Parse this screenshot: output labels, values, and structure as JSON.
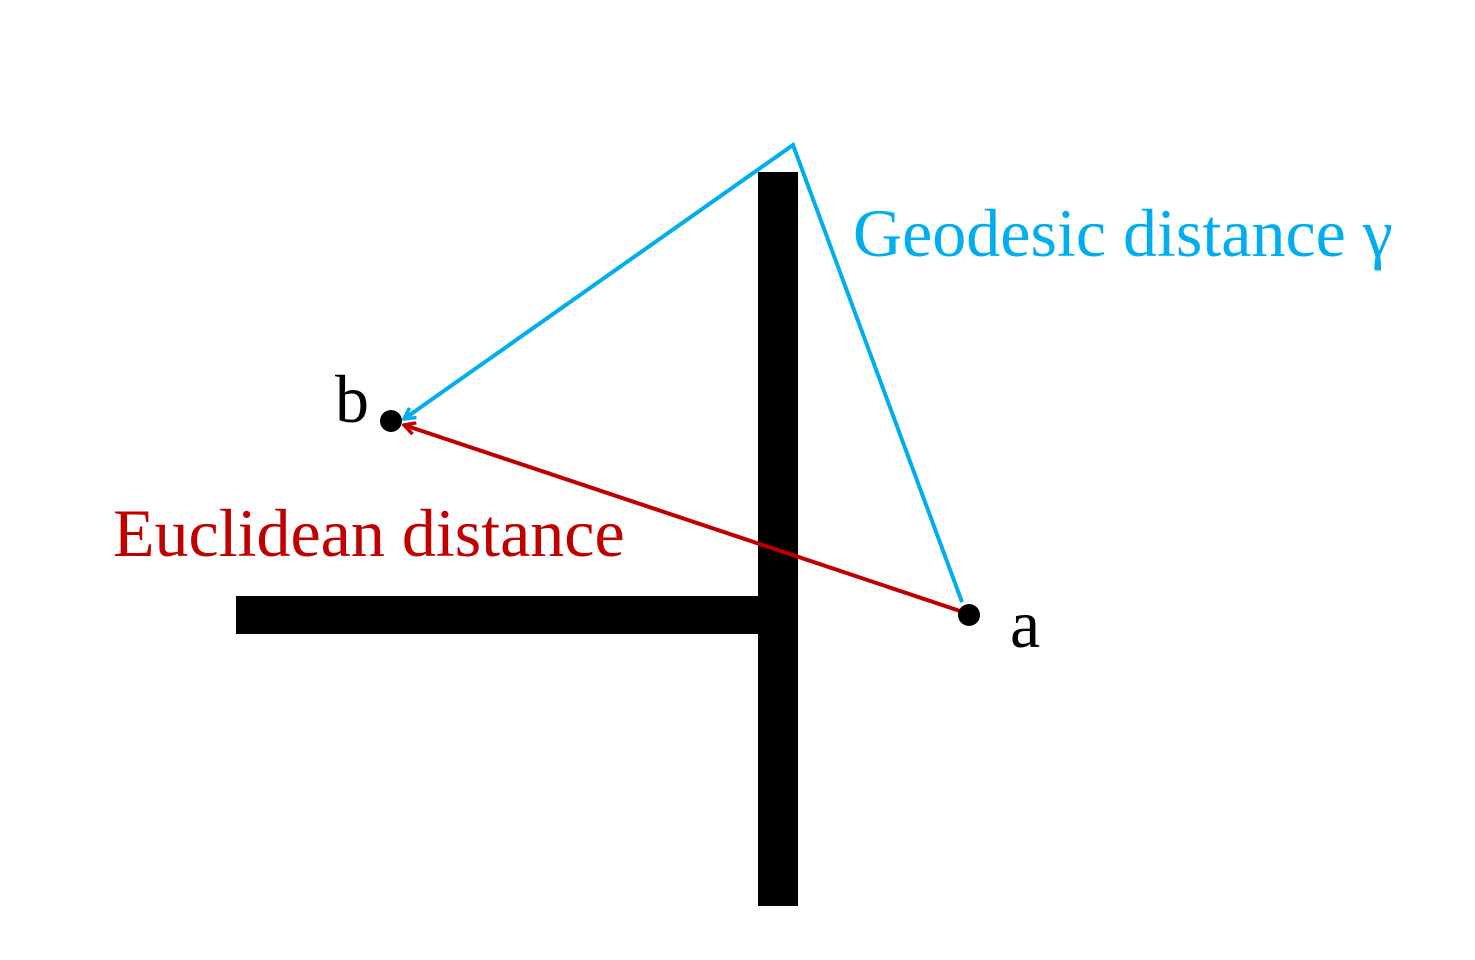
{
  "labels": {
    "point_a": "a",
    "point_b": "b",
    "geodesic": "Geodesic distance γ",
    "euclidean": "Euclidean distance"
  },
  "colors": {
    "geodesic": "#00AEEF",
    "euclidean": "#C00000",
    "wall": "#000000",
    "point": "#000000",
    "background": "#FFFFFF"
  }
}
